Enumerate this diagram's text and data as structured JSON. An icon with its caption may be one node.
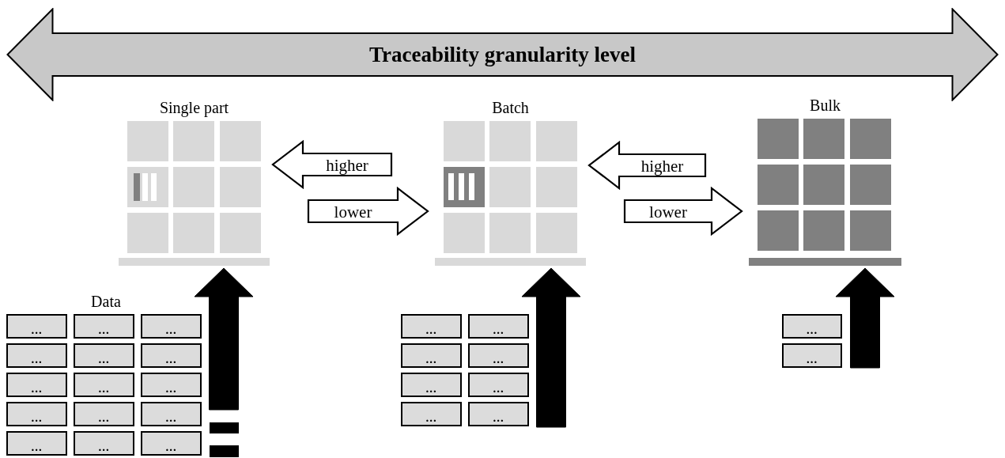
{
  "diagram": {
    "nodes": [
      {
        "text": [
          "Traceability granularity level"
        ]
      },
      {
        "text": [
          "Single part"
        ]
      },
      {
        "text": [
          "Batch"
        ]
      },
      {
        "text": [
          "Bulk"
        ]
      },
      {
        "text": [
          "..."
        ]
      },
      {
        "text": [
          "..."
        ]
      },
      {
        "text": [
          "..."
        ]
      },
      {
        "text": [
          "..."
        ]
      },
      {
        "text": [
          "..."
        ]
      },
      {
        "text": [
          "..."
        ]
      },
      {
        "text": [
          "..."
        ]
      },
      {
        "text": [
          "..."
        ]
      },
      {
        "text": [
          "..."
        ]
      },
      {
        "text": [
          "..."
        ]
      },
      {
        "text": [
          "..."
        ]
      },
      {
        "text": [
          "..."
        ]
      },
      {
        "text": [
          "..."
        ]
      },
      {
        "text": [
          "..."
        ]
      },
      {
        "text": [
          "..."
        ]
      },
      {
        "text": [
          "..."
        ]
      },
      {
        "text": [
          "..."
        ]
      },
      {
        "text": [
          "..."
        ]
      },
      {
        "text": [
          "..."
        ]
      },
      {
        "text": [
          "..."
        ]
      },
      {
        "text": [
          "..."
        ]
      },
      {
        "text": [
          "..."
        ]
      },
      {
        "text": [
          "..."
        ]
      },
      {
        "text": [
          "..."
        ]
      },
      {
        "text": [
          "..."
        ]
      }
    ],
    "edges": [
      {
        "from": 2,
        "to": 1,
        "arrow": "to",
        "label": "higher"
      },
      {
        "from": 1,
        "to": 2,
        "arrow": "to",
        "label": "lower"
      },
      {
        "from": 3,
        "to": 2,
        "arrow": "to",
        "label": "higher"
      },
      {
        "from": 2,
        "to": 3,
        "arrow": "to",
        "label": "lower"
      },
      {
        "from": null,
        "to": 1,
        "arrow": "to",
        "style": "thick"
      },
      {
        "from": null,
        "to": 2,
        "arrow": "to",
        "style": "thick"
      },
      {
        "from": null,
        "to": 3,
        "arrow": "to",
        "style": "thick"
      }
    ],
    "labels": [
      "Data"
    ]
  }
}
